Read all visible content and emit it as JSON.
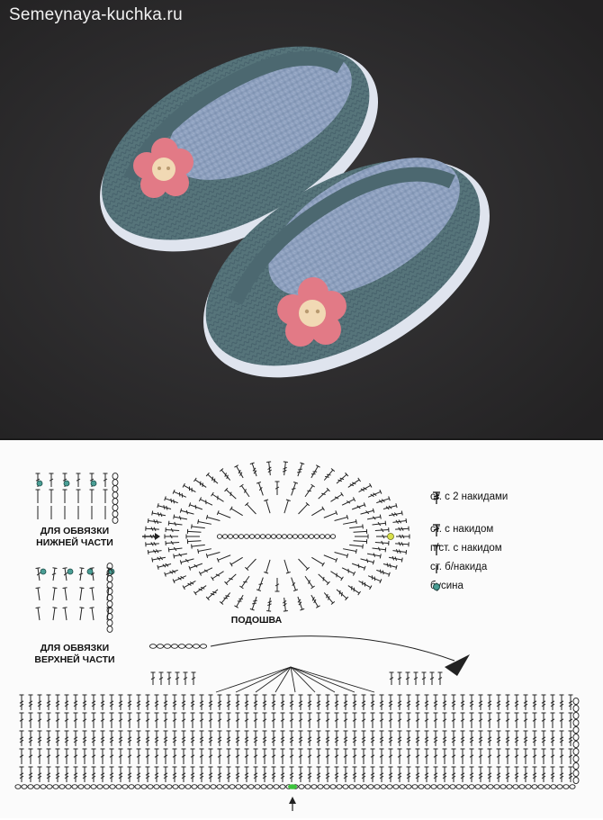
{
  "watermark": "Semeynaya-kuchka.ru",
  "labels": {
    "lower_edging_line1": "ДЛЯ ОБВЯЗКИ",
    "lower_edging_line2": "НИЖНЕЙ ЧАСТИ",
    "upper_edging_line1": "ДЛЯ ОБВЯЗКИ",
    "upper_edging_line2": "ВЕРХНЕЙ ЧАСТИ",
    "sole": "ПОДОШВА"
  },
  "legend": [
    {
      "symbol": "double-treble-icon",
      "text": "ст. с 2 накидами"
    },
    {
      "symbol": "treble-icon",
      "text": "ст. с накидом"
    },
    {
      "symbol": "half-treble-icon",
      "text": "п/ст. с накидом"
    },
    {
      "symbol": "single-crochet-icon",
      "text": "ст. б/накида"
    },
    {
      "symbol": "bead-icon",
      "text": "бусина"
    }
  ],
  "colors": {
    "slipper_teal": "#56747a",
    "sole_blue": "#9fb1cc",
    "flower_pink": "#e27a86",
    "bead_teal": "#4a9e95",
    "marker_green": "#3cc43c"
  }
}
